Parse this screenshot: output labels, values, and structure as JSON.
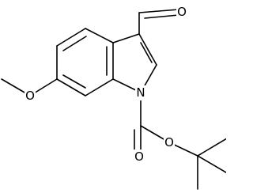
{
  "molecule": {
    "atoms": {
      "aldehyde_oxygen": "O",
      "indole_nitrogen": "N",
      "methoxy_oxygen": "O",
      "carbonyl_oxygen": "O",
      "ester_oxygen": "O"
    }
  },
  "colors": {
    "bond": "#000000",
    "background": "#ffffff"
  }
}
